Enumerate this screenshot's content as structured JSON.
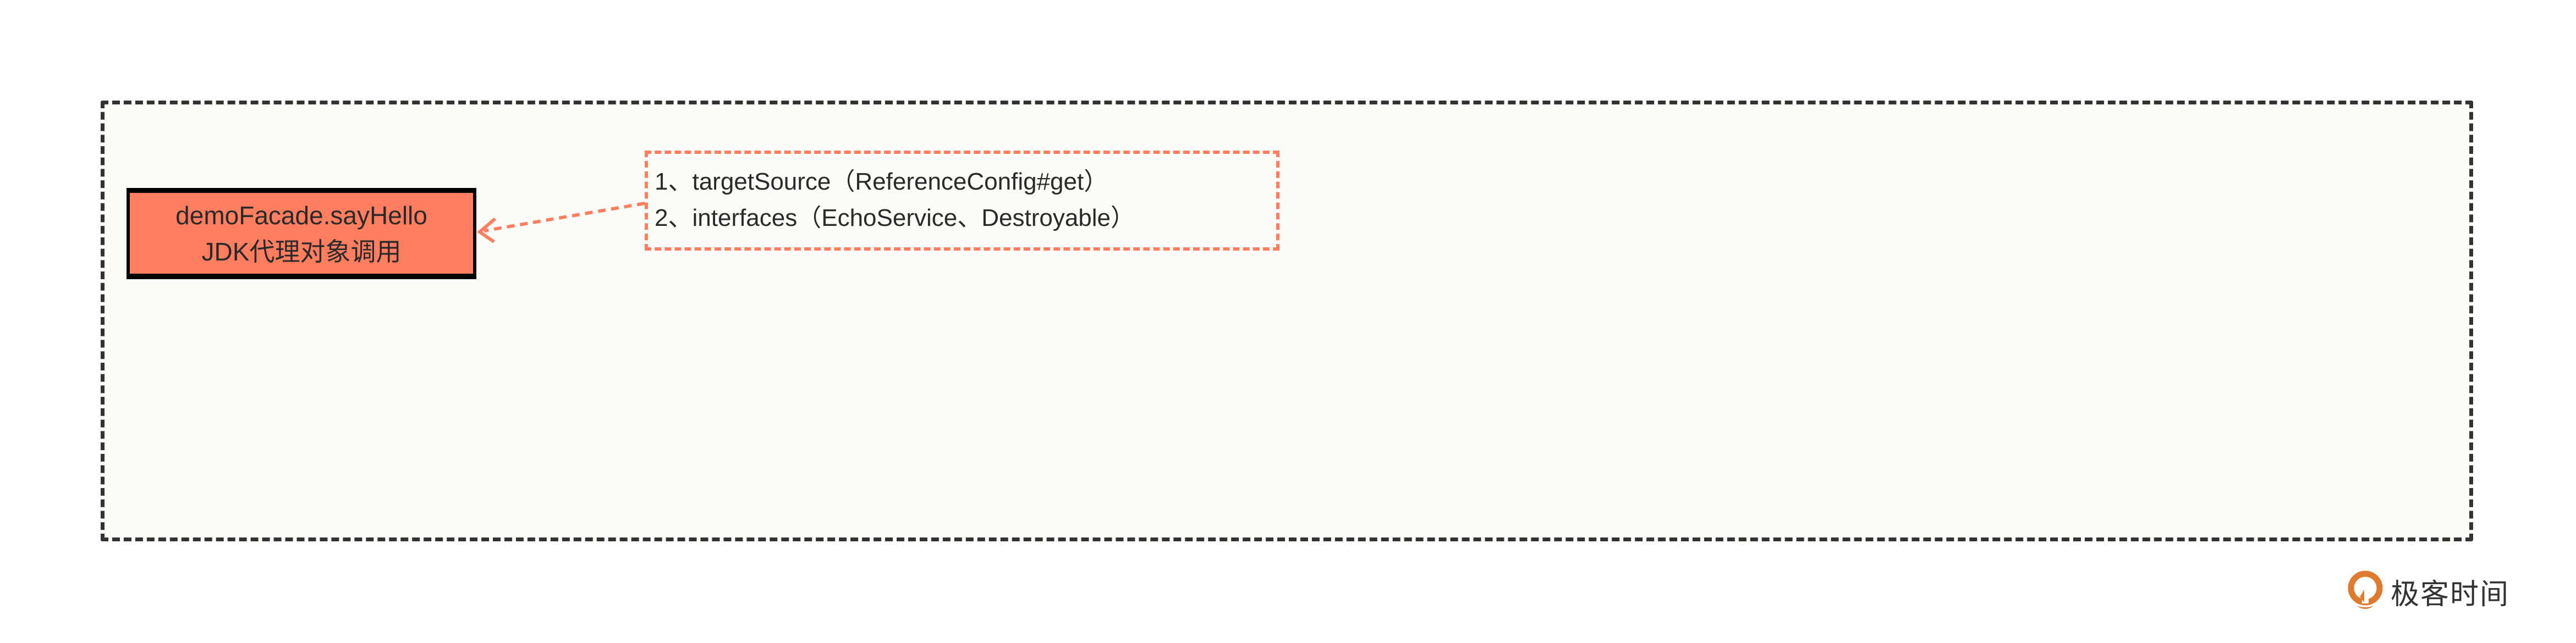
{
  "diagram": {
    "proxy_box": {
      "line1": "demoFacade.sayHello",
      "line2": "JDK代理对象调用"
    },
    "note": {
      "line1": "1、targetSource（ReferenceConfig#get）",
      "line2": "2、interfaces（EchoService、Destroyable）"
    },
    "colors": {
      "accent": "#ff7e5f",
      "border": "#333333",
      "canvas": "#fbfbf7"
    }
  },
  "watermark": {
    "text": "极客时间"
  }
}
